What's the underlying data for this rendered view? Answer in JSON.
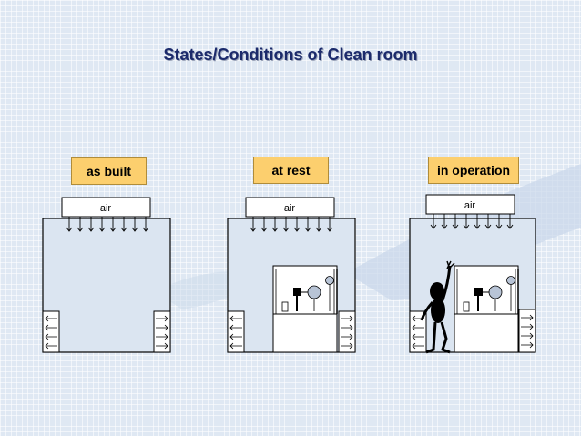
{
  "slide": {
    "title": "States/Conditions of Clean room",
    "states": [
      {
        "label": "as built",
        "air_label": "air",
        "has_equipment": false,
        "has_person": false
      },
      {
        "label": "at rest",
        "air_label": "air",
        "has_equipment": true,
        "has_person": false
      },
      {
        "label": "in operation",
        "air_label": "air",
        "has_equipment": true,
        "has_person": true
      }
    ]
  },
  "colors": {
    "label_fill": "#fccf6e",
    "room_fill": "#dbe5f1",
    "title_text": "#1b2a6b"
  }
}
